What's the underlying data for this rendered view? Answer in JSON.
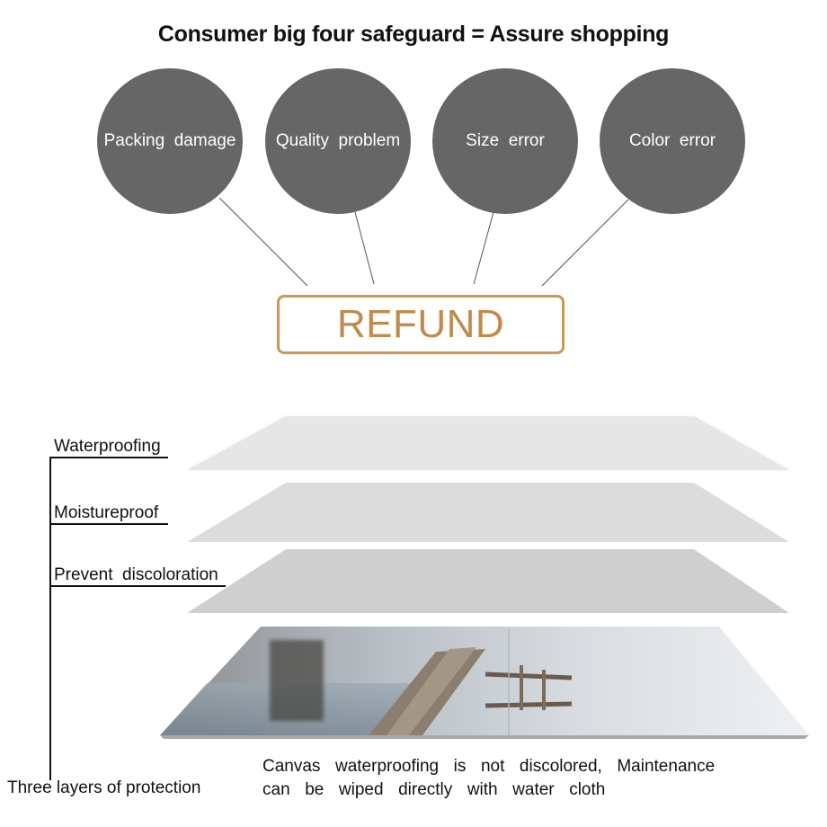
{
  "title": "Consumer big four safeguard = Assure shopping",
  "colors": {
    "circle_fill": "#666666",
    "refund_accent": "#c9985a",
    "layer_top": "#e6e6e6",
    "layer_middle": "#dadada",
    "layer_bottom": "#cccccc"
  },
  "safeguards": [
    {
      "label": "Packing  damage"
    },
    {
      "label": "Quality  problem"
    },
    {
      "label": "Size  error"
    },
    {
      "label": "Color  error"
    }
  ],
  "refund_label": "REFUND",
  "layers": [
    {
      "label": "Waterproofing"
    },
    {
      "label": "Moistureproof"
    },
    {
      "label": "Prevent  discoloration"
    }
  ],
  "layers_group_label": "Three layers of protection",
  "caption": {
    "line1": "Canvas  waterproofing  is  not  discolored,  Maintenance",
    "line2": "can  be  wiped  directly  with  water  cloth"
  },
  "canvas_print": {
    "subject": "wooden-pier-on-lake-photo"
  }
}
